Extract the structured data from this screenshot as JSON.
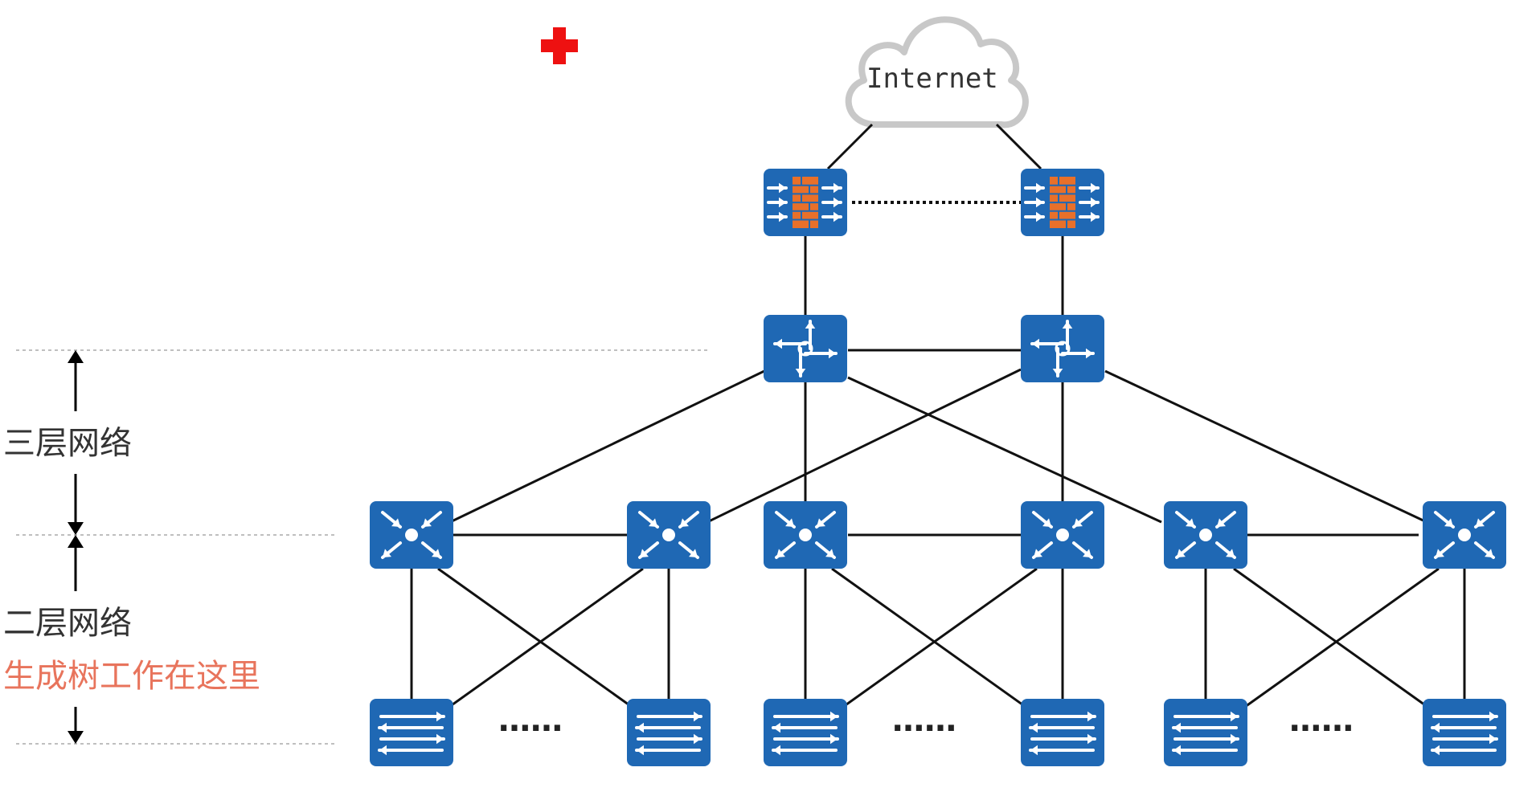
{
  "cloud": {
    "label": "Internet"
  },
  "labels": {
    "layer3": "三层网络",
    "layer2": "二层网络",
    "stp_note": "生成树工作在这里",
    "ellipsis": "……"
  },
  "devices": {
    "firewalls": 2,
    "core_routers": 2,
    "aggregation_switches": 6,
    "access_switches": 6
  },
  "colors": {
    "device_blue": "#1f68b4",
    "firewall_brick": "#e8702a",
    "note_red": "#e8745c",
    "text_gray": "#333333",
    "cloud_gray": "#c8c8c8",
    "pointer_red": "#ee1111"
  }
}
